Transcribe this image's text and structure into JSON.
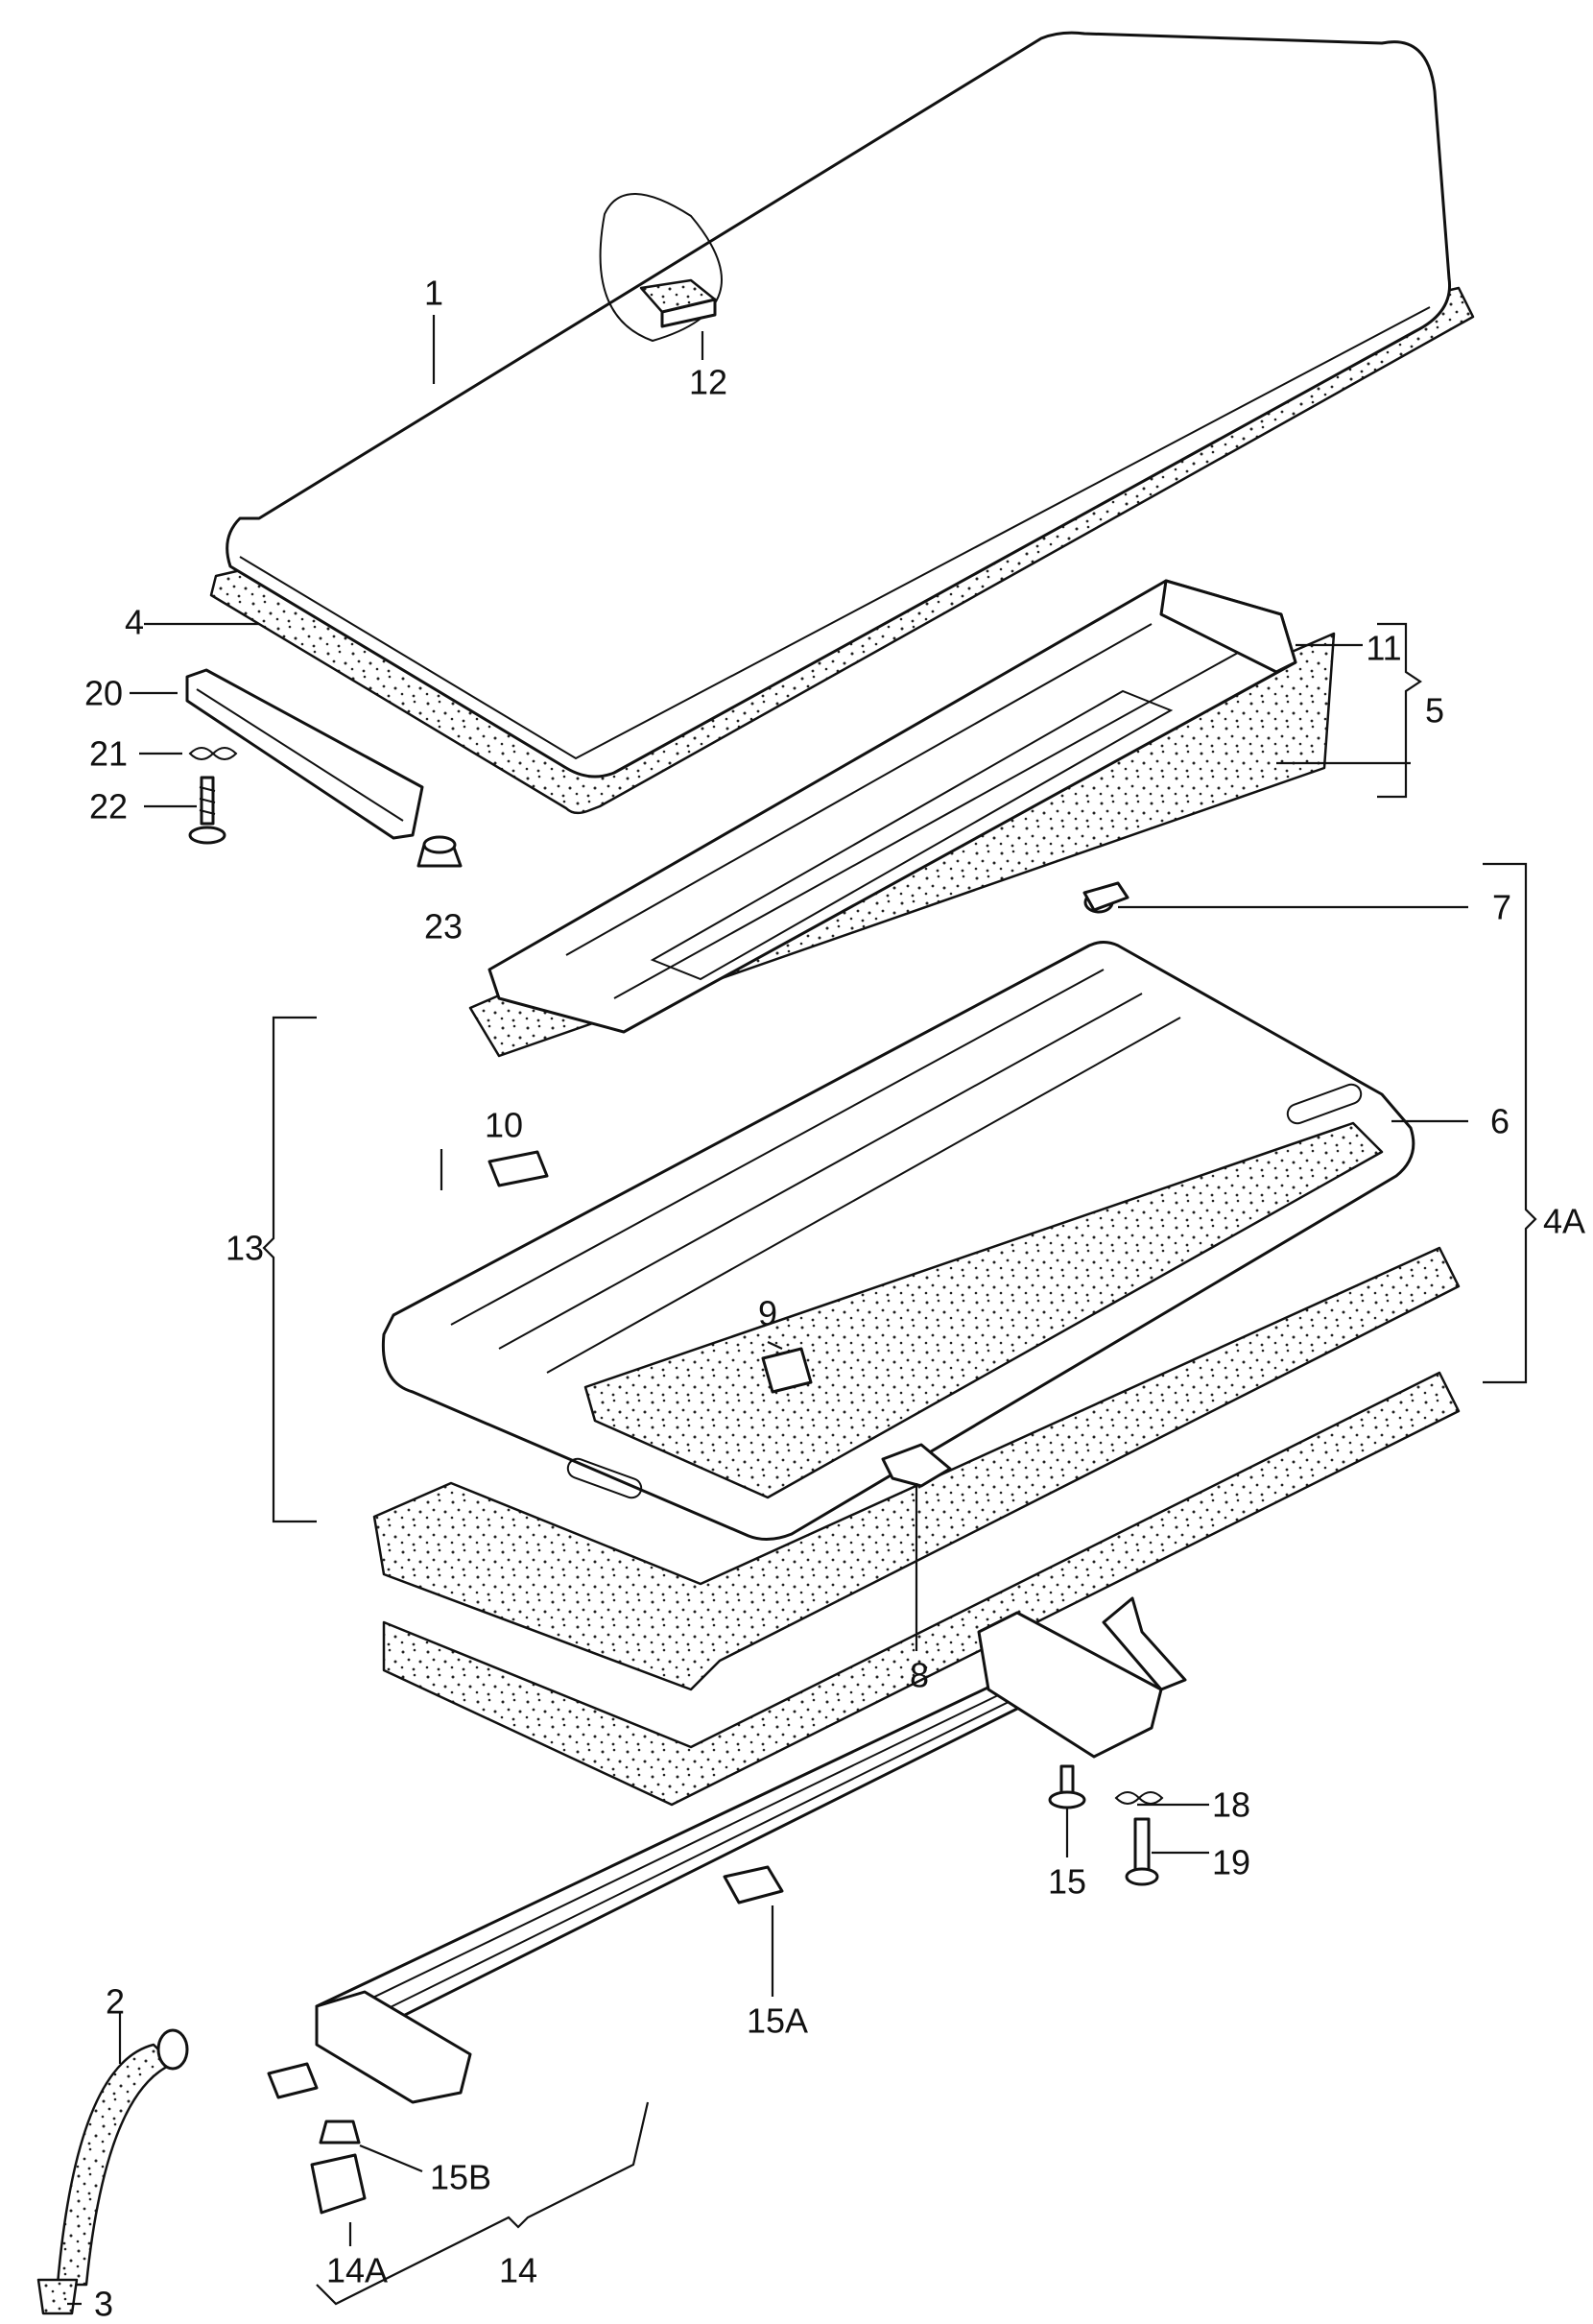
{
  "diagram": {
    "callouts": [
      {
        "id": "c1",
        "text": "1"
      },
      {
        "id": "c12",
        "text": "12"
      },
      {
        "id": "c4",
        "text": "4"
      },
      {
        "id": "c20",
        "text": "20"
      },
      {
        "id": "c21",
        "text": "21"
      },
      {
        "id": "c22",
        "text": "22"
      },
      {
        "id": "c23",
        "text": "23"
      },
      {
        "id": "c11",
        "text": "11"
      },
      {
        "id": "c5",
        "text": "5"
      },
      {
        "id": "c7",
        "text": "7"
      },
      {
        "id": "c6",
        "text": "6"
      },
      {
        "id": "c4A",
        "text": "4A"
      },
      {
        "id": "c13",
        "text": "13"
      },
      {
        "id": "c10",
        "text": "10"
      },
      {
        "id": "c9",
        "text": "9"
      },
      {
        "id": "c8",
        "text": "8"
      },
      {
        "id": "c18",
        "text": "18"
      },
      {
        "id": "c19",
        "text": "19"
      },
      {
        "id": "c15",
        "text": "15"
      },
      {
        "id": "c15A",
        "text": "15A"
      },
      {
        "id": "c2",
        "text": "2"
      },
      {
        "id": "c15B",
        "text": "15B"
      },
      {
        "id": "c14A",
        "text": "14A"
      },
      {
        "id": "c14",
        "text": "14"
      },
      {
        "id": "c3",
        "text": "3"
      }
    ]
  }
}
